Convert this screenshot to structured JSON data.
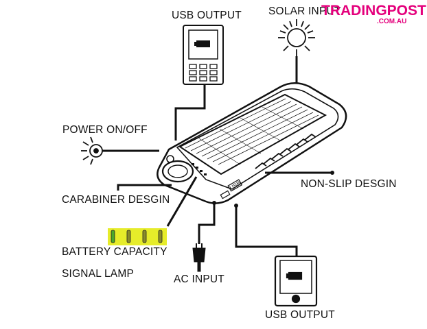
{
  "labels": {
    "usb_output_top": "USB OUTPUT",
    "solar": "SOLAR INPUT",
    "power": "POWER ON/OFF",
    "carabiner": "CARABINER DESGIN",
    "non_slip": "NON-SLIP DESGIN",
    "battery_line1": "BATTERY CAPACITY",
    "battery_line2": "SIGNAL LAMP",
    "ac_input": "AC INPUT",
    "usb_output_bottom": "USB OUTPUT",
    "usb_port": "USB"
  },
  "watermark": {
    "brand": "TRADINGPOST",
    "domain": ".COM.AU"
  },
  "colors": {
    "line": "#111111",
    "indicator_bg": "#e6ec2a",
    "indicator_lamp": "#4aa82a",
    "watermark": "#e4007c"
  },
  "icons": [
    "phone-icon",
    "sun-icon",
    "bulb-icon",
    "plug-icon",
    "tablet-icon",
    "power-bank"
  ]
}
